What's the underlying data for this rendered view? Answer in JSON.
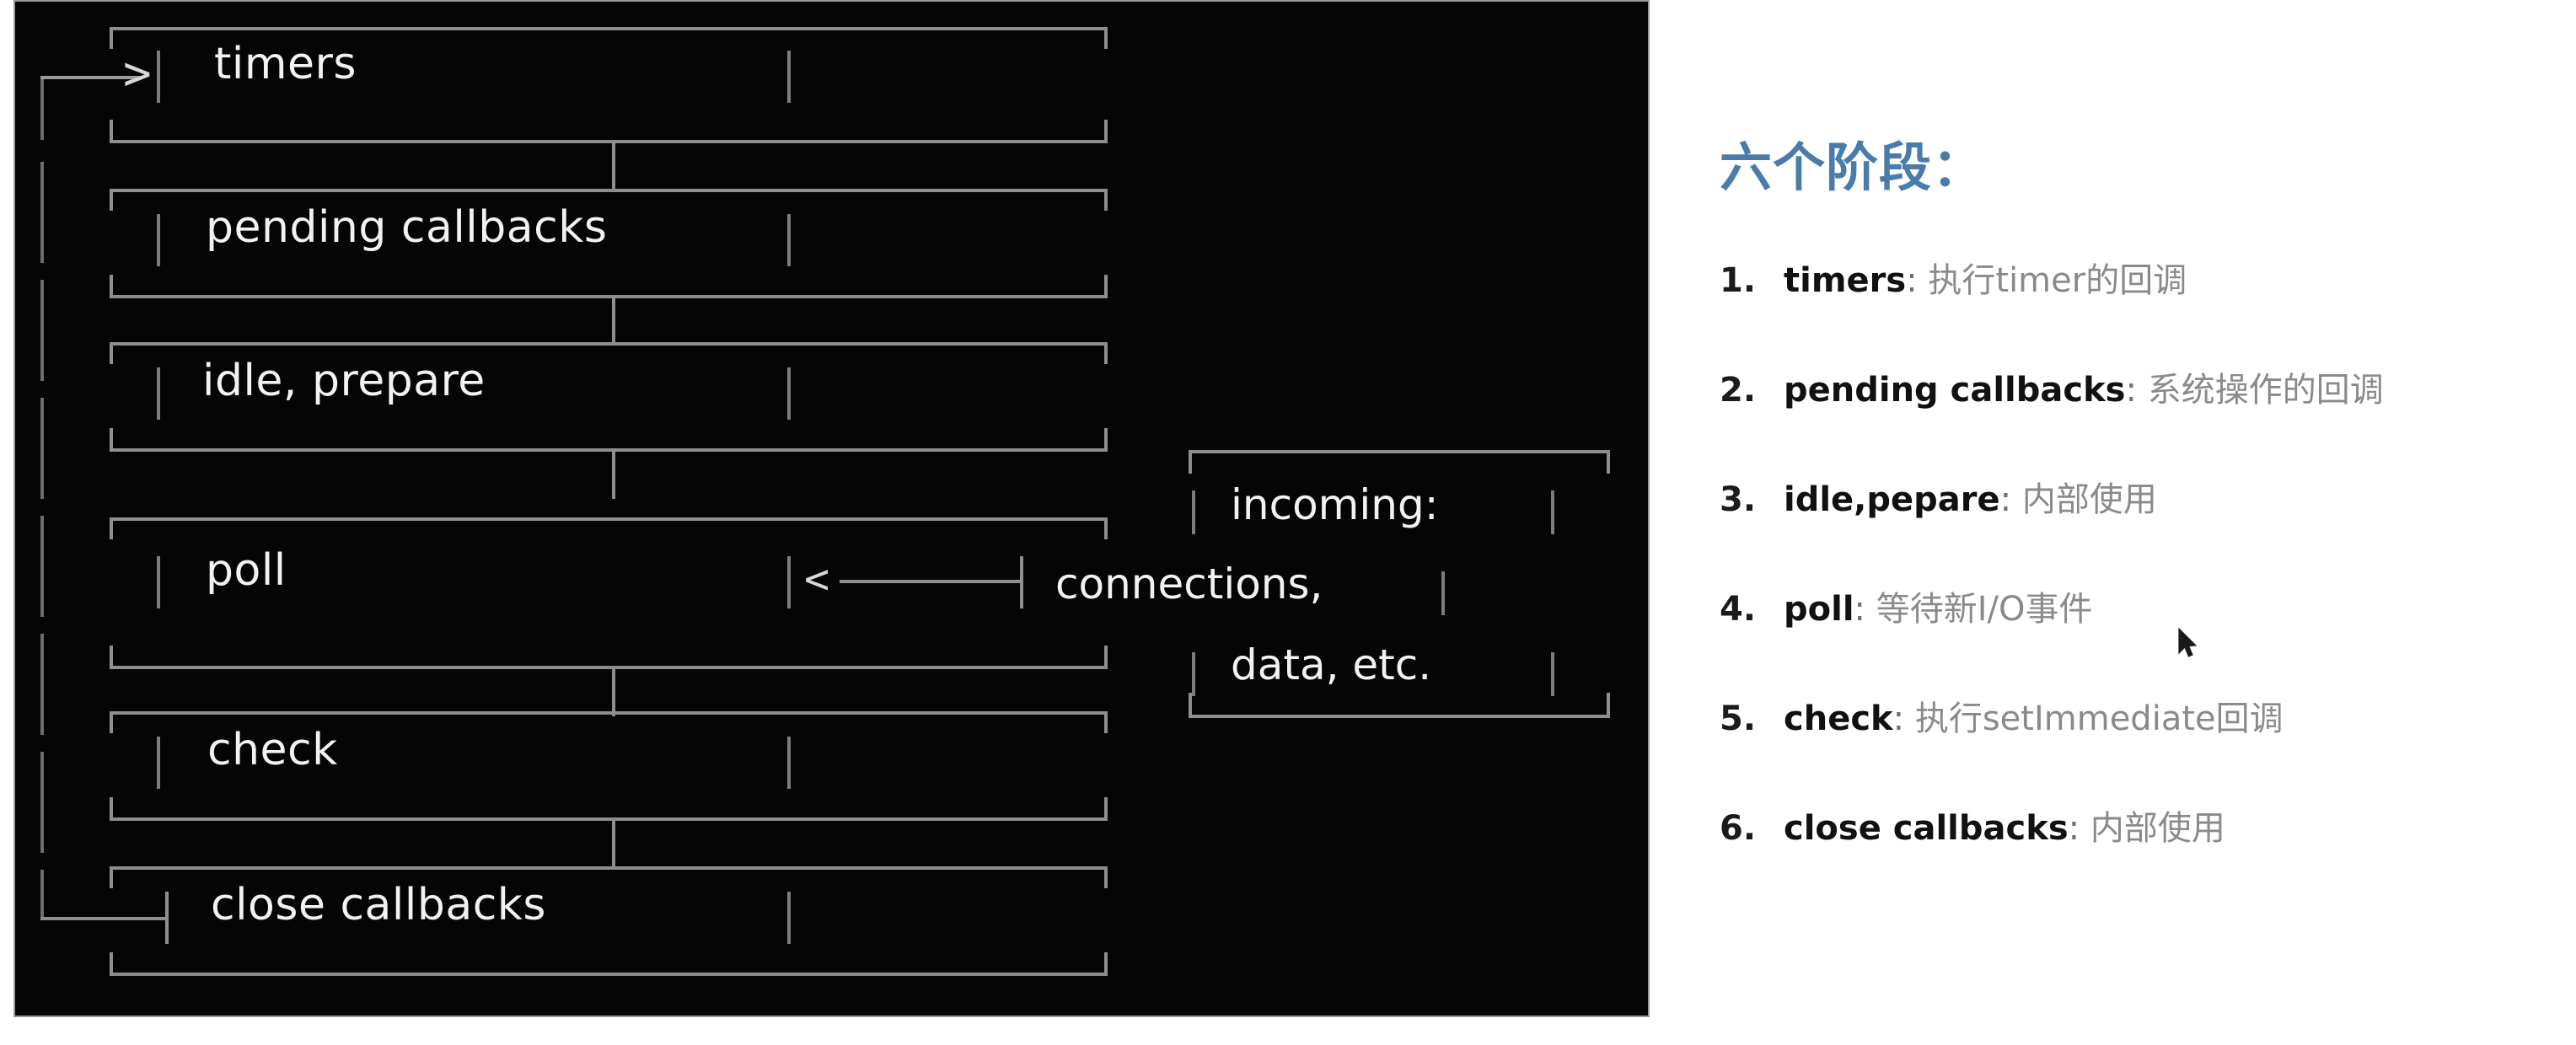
{
  "diagram": {
    "title": "node-event-loop-phases-ascii",
    "entry_arrow": "--->",
    "phases": [
      {
        "label": "timers"
      },
      {
        "label": "pending callbacks"
      },
      {
        "label": "idle, prepare"
      },
      {
        "label": "poll"
      },
      {
        "label": "check"
      },
      {
        "label": "close callbacks"
      }
    ],
    "side_box": {
      "connector": "<---",
      "lines": [
        "incoming:",
        "connections,",
        "data, etc."
      ]
    },
    "colors": {
      "panel_background": "#050505",
      "border": "#8e8e8e",
      "text": "#f2f2f2"
    }
  },
  "notes": {
    "heading": "六个阶段：",
    "heading_color": "#4a7cab",
    "items": [
      {
        "num": "1.",
        "term": "timers",
        "colon": ":",
        "desc": "执行timer的回调"
      },
      {
        "num": "2.",
        "term": "pending callbacks",
        "colon": ":",
        "desc": "系统操作的回调"
      },
      {
        "num": "3.",
        "term": "idle,pepare",
        "colon": ":",
        "desc": "内部使用"
      },
      {
        "num": "4.",
        "term": "poll",
        "colon": ":",
        "desc": "等待新I/O事件"
      },
      {
        "num": "5.",
        "term": "check",
        "colon": ":",
        "desc": "执行setImmediate回调"
      },
      {
        "num": "6.",
        "term": "close callbacks",
        "colon": ":",
        "desc": "内部使用"
      }
    ]
  },
  "cursor": {
    "name": "mouse-pointer"
  }
}
